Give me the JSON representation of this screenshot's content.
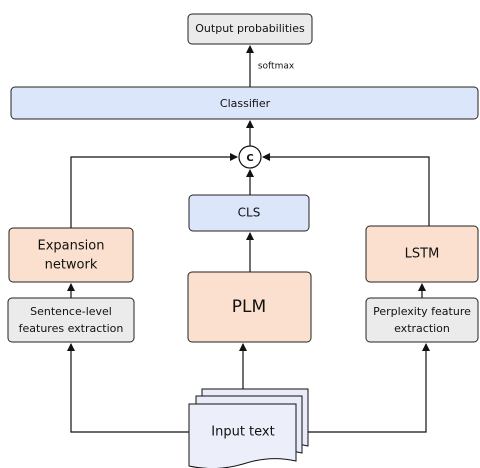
{
  "output": "Output probabilities",
  "softmax": "softmax",
  "classifier": "Classifier",
  "concat": "C",
  "cls": "CLS",
  "expansion": [
    "Expansion",
    "network"
  ],
  "plm": "PLM",
  "lstm": "LSTM",
  "sentence_features": [
    "Sentence-level",
    "features extraction"
  ],
  "perplexity_features": [
    "Perplexity feature",
    "extraction"
  ],
  "input": "Input text"
}
